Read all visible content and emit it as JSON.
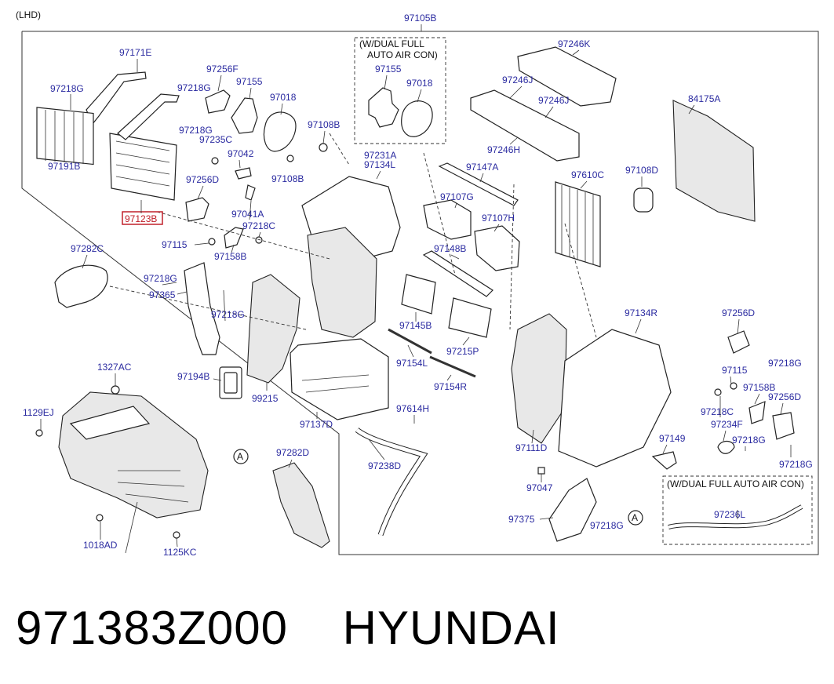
{
  "header": {
    "variant": "(LHD)",
    "assembly_ref": "97105B"
  },
  "notes": {
    "dual_auto_line1": "(W/DUAL FULL",
    "dual_auto_line2": "AUTO AIR CON)",
    "dual_auto_single": "(W/DUAL FULL AUTO AIR CON)",
    "marker": "A"
  },
  "highlighted_part": "97123B",
  "parts": {
    "p97171E": "97171E",
    "p97218G": "97218G",
    "p97191B": "97191B",
    "p97123B": "97123B",
    "p97256F": "97256F",
    "p97155": "97155",
    "p97018": "97018",
    "p97108B": "97108B",
    "p97235C": "97235C",
    "p97042": "97042",
    "p97256D": "97256D",
    "p97041A": "97041A",
    "p97218C": "97218C",
    "p97115": "97115",
    "p97158B": "97158B",
    "p97282C": "97282C",
    "p97365": "97365",
    "p97231A": "97231A",
    "p97134L": "97134L",
    "p97246K": "97246K",
    "p97246J": "97246J",
    "p97246H": "97246H",
    "p84175A": "84175A",
    "p97147A": "97147A",
    "p97107G": "97107G",
    "p97107H": "97107H",
    "p97148B": "97148B",
    "p97610C": "97610C",
    "p97108D": "97108D",
    "p97134R": "97134R",
    "p97145B": "97145B",
    "p97215P": "97215P",
    "p97154L": "97154L",
    "p97154R": "97154R",
    "p97194B": "97194B",
    "p99215": "99215",
    "p97137D": "97137D",
    "p97614H": "97614H",
    "p97238D": "97238D",
    "p97282D": "97282D",
    "p1327AC": "1327AC",
    "p1129EJ": "1129EJ",
    "p1018AD": "1018AD",
    "p1125KC": "1125KC",
    "p97111D": "97111D",
    "p97047": "97047",
    "p97375": "97375",
    "p97149": "97149",
    "p97234F": "97234F",
    "p97236L": "97236L"
  },
  "caption": {
    "part_number": "971383Z000",
    "brand": "HYUNDAI"
  }
}
